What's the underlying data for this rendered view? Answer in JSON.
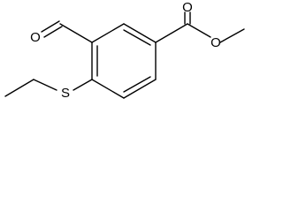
{
  "molecule": {
    "atoms": {
      "carbonyl_oxygen": "O",
      "ester_oxygen": "O",
      "aldehyde_oxygen": "O",
      "sulfur": "S"
    },
    "colors": {
      "bond": "#000000",
      "label": "#000000",
      "background": "#ffffff"
    }
  }
}
